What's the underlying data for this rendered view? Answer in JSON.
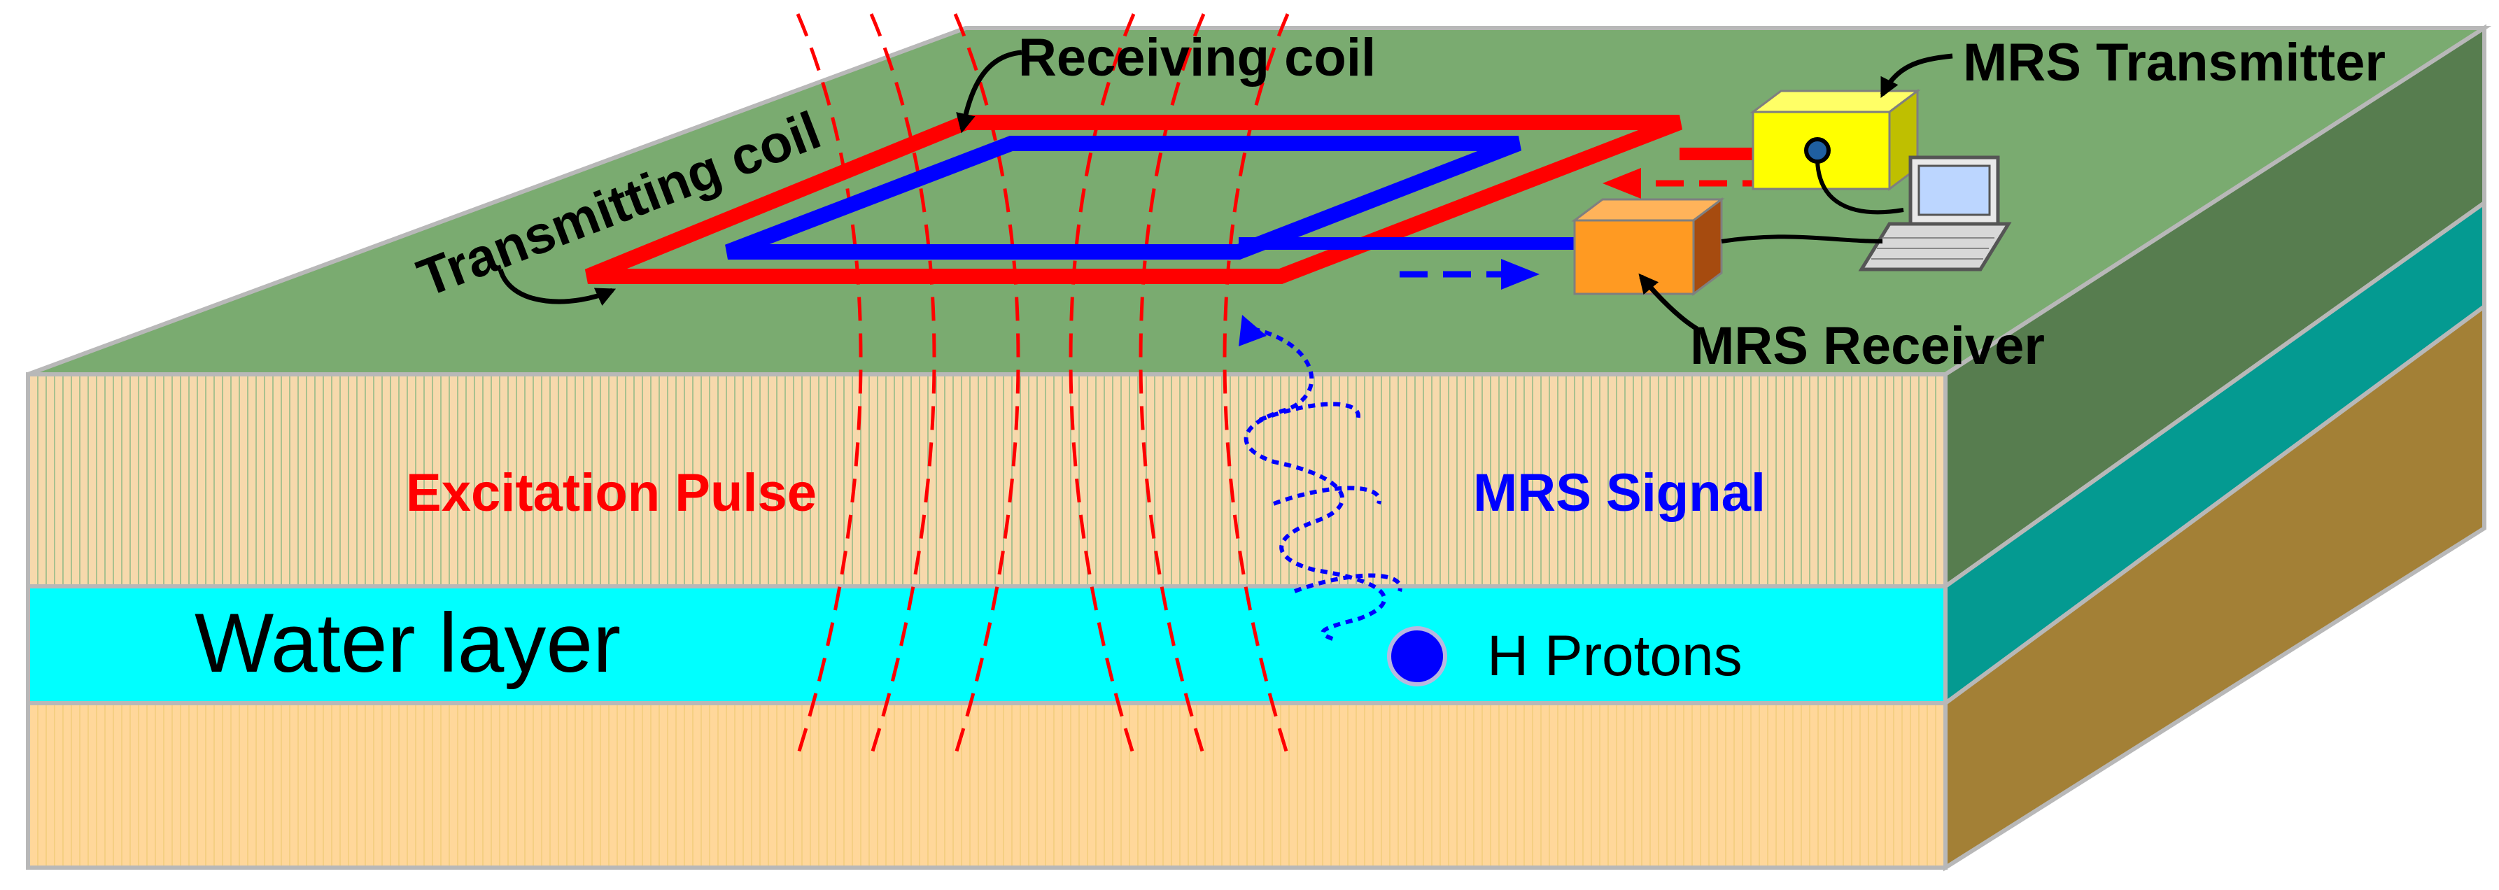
{
  "labels": {
    "receiving_coil": "Receiving coil",
    "transmitting_coil": "Transmitting coil",
    "mrs_transmitter": "MRS Transmitter",
    "mrs_receiver": "MRS Receiver",
    "excitation_pulse": "Excitation Pulse",
    "mrs_signal": "MRS Signal",
    "water_layer": "Water layer",
    "h_protons": "H Protons"
  },
  "colors": {
    "ground_top": "#7aab70",
    "top_soil": "#f7d9ac",
    "water_layer": "#00ffff",
    "bottom_soil": "#ffd79a",
    "side_top": "#577d4f",
    "side_water": "#049a91",
    "side_bottom": "#a38036",
    "transmitting_coil": "#ff0000",
    "receiving_coil": "#0000ff",
    "excitation_pulse": "#ff0000",
    "mrs_signal": "#0000ff",
    "mrs_transmitter": "#ffff00",
    "mrs_receiver": "#ff9a22"
  }
}
